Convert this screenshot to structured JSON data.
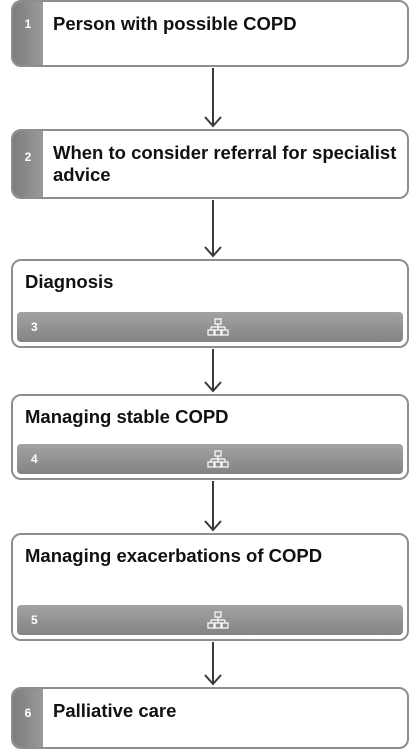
{
  "nodes": [
    {
      "number": "1",
      "title": "Person with possible COPD"
    },
    {
      "number": "2",
      "title": "When to consider referral for specialist advice"
    },
    {
      "number": "3",
      "title": "Diagnosis"
    },
    {
      "number": "4",
      "title": "Managing stable COPD"
    },
    {
      "number": "5",
      "title": "Managing exacerbations of COPD"
    },
    {
      "number": "6",
      "title": "Palliative care"
    }
  ],
  "icons": {
    "expand": "hierarchy-icon",
    "connector": "arrow-down-icon"
  },
  "colors": {
    "frame": "#8e8e8e",
    "strip": "#8a8a8a",
    "text": "#111111"
  }
}
